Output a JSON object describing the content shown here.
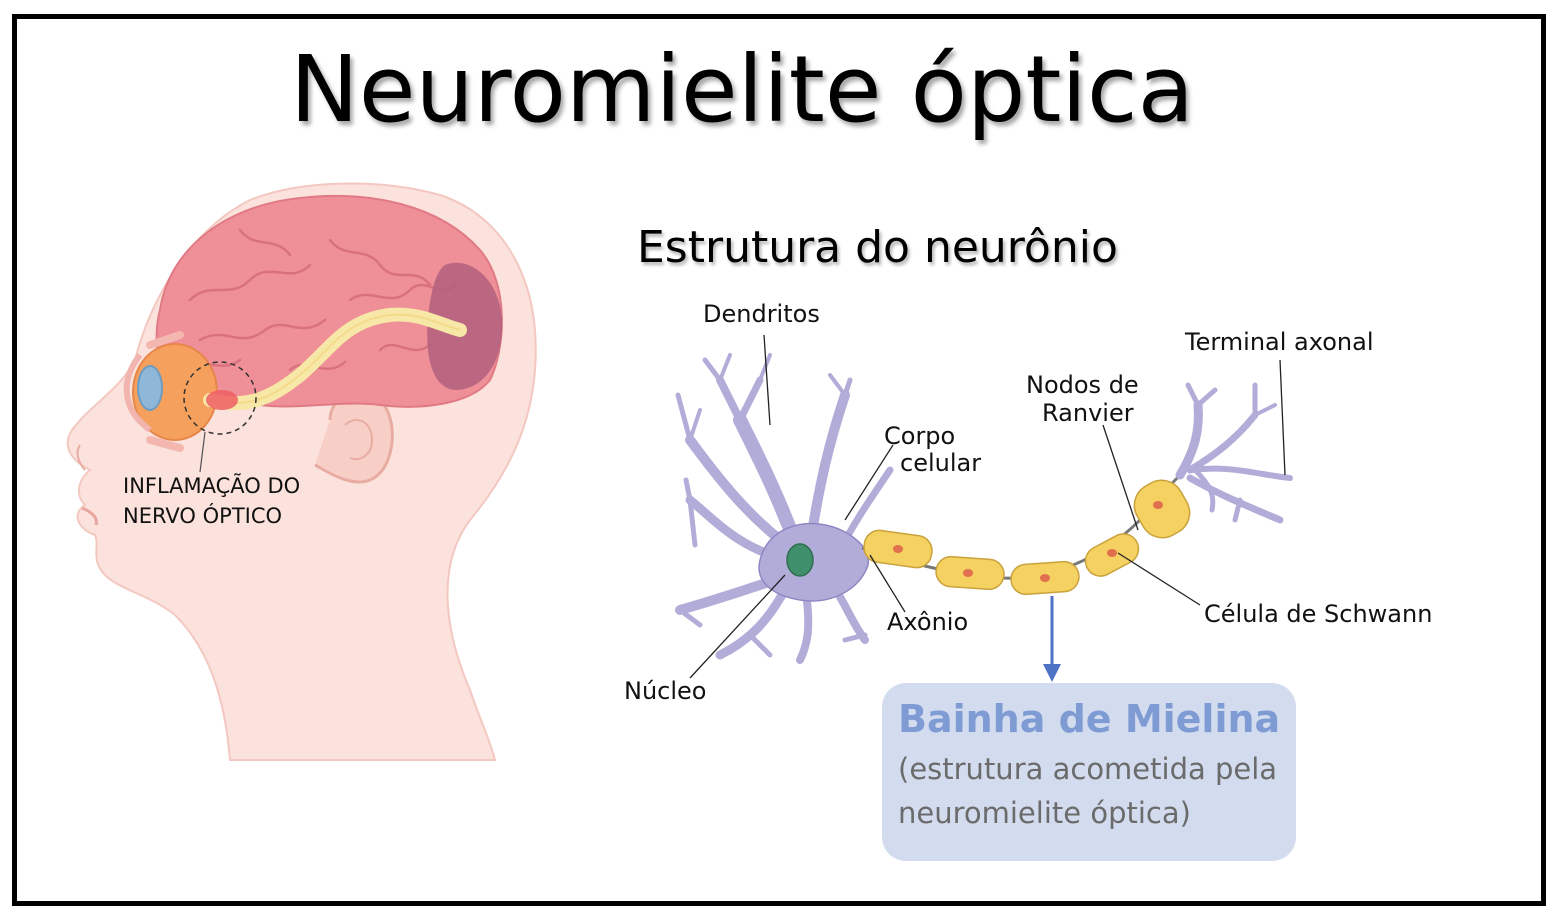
{
  "title": "Neuromielite óptica",
  "subtitle": "Estrutura do neurônio",
  "head_label": {
    "line1": "INFLAMAÇÃO DO",
    "line2": "NERVO ÓPTICO"
  },
  "neuron_labels": {
    "dendritos": "Dendritos",
    "corpo_line1": "Corpo",
    "corpo_line2": "celular",
    "nucleo": "Núcleo",
    "axonio": "Axônio",
    "nodos_line1": "Nodos de",
    "nodos_line2": "Ranvier",
    "terminal": "Terminal axonal",
    "schwann": "Célula de Schwann"
  },
  "callout": {
    "heading": "Bainha de Mielina",
    "body": "(estrutura acometida pela neuromielite óptica)"
  },
  "colors": {
    "brain": "#ef8f97",
    "skin": "#fbe2dc",
    "neuron": "#b2acd8",
    "myelin": "#f4d160",
    "callout_bg": "#d3dcef",
    "callout_heading": "#7f9bd3",
    "arrow": "#4f73c4"
  }
}
